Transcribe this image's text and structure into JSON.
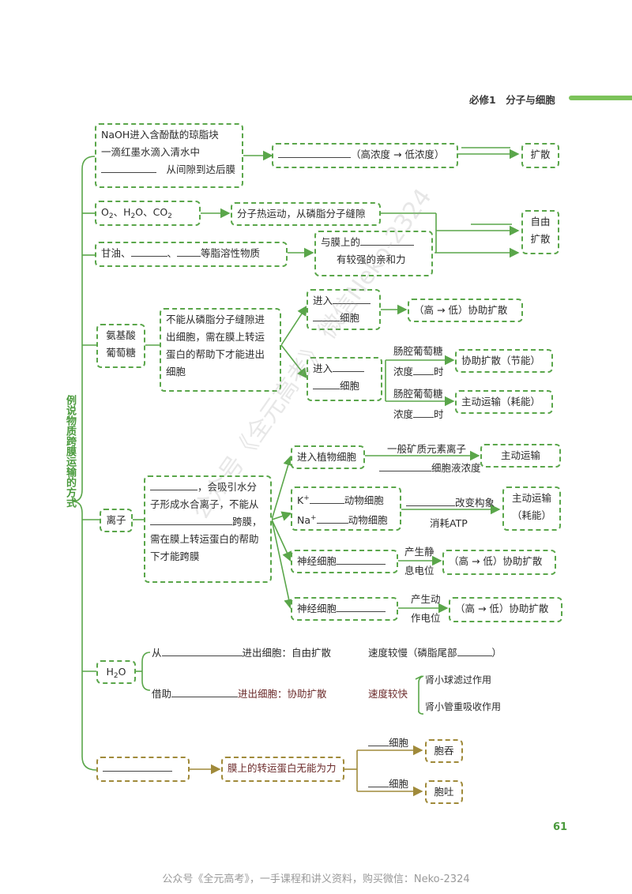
{
  "header": {
    "title": "必修1　分子与细胞"
  },
  "vertical_title": "例说物质跨膜运输的方式",
  "page_number": "61",
  "footer_text": "公众号《全元高考》，一手课程和讲义资料，购买微信：Neko-2324",
  "watermark": "公众号《全元高考》 微信Neko-2324",
  "diffusion": {
    "line1": "NaOH进入含酚酞的琼脂块",
    "line2": "一滴红墨水滴入清水中",
    "line3": "从间隙到达后膜",
    "mid": "（高浓度 → 低浓度）",
    "result": "扩散"
  },
  "free_diffusion": {
    "o2": "O",
    "h2o": "H",
    "co2": "CO",
    "sep": "、",
    "sub2": "2",
    "h2o_o": "O",
    "motion": "分子热运动，从磷脂分子缝隙",
    "glycerol_a": "甘油、",
    "glycerol_b": "、",
    "glycerol_c": "等脂溶性物质",
    "affinity_a": "与膜上的",
    "affinity_b": "有较强的亲和力",
    "result_a": "自由",
    "result_b": "扩散"
  },
  "amino": {
    "name_a": "氨基酸",
    "name_b": "葡萄糖",
    "desc": [
      "不能从磷脂分子缝隙进",
      "出细胞，需在膜上转运",
      "蛋白的帮助下才能进出",
      "细胞"
    ],
    "enter1_a": "进入",
    "enter1_b": "细胞",
    "enter1_result": "（高 → 低）协助扩散",
    "enter2_a": "进入",
    "enter2_b": "细胞",
    "cond1_a": "肠腔葡萄糖",
    "cond1_b": "浓度",
    "cond1_c": "时",
    "cond1_result": "协助扩散（节能）",
    "cond2_a": "肠腔葡萄糖",
    "cond2_b": "浓度",
    "cond2_c": "时",
    "cond2_result": "主动运输（耗能）"
  },
  "ions": {
    "name": "离子",
    "desc_a": "，会吸引水分",
    "desc_b": "子形成水合离子，不能从",
    "desc_c": "跨膜，",
    "desc_d": "需在膜上转运蛋白的帮助",
    "desc_e": "下才能跨膜",
    "plant": "进入植物细胞",
    "plant_top": "一般矿质元素离子",
    "plant_bottom": "细胞液浓度",
    "plant_result": "主动运输",
    "k": "K",
    "na": "Na",
    "plus": "+",
    "animal": "动物细胞",
    "change": "改变构象",
    "atp": "消耗ATP",
    "animal_result_a": "主动运输",
    "animal_result_b": "（耗能）",
    "nerve1": "神经细胞",
    "rest_a": "产生静",
    "rest_b": "息电位",
    "nerve1_result": "（高 → 低）协助扩散",
    "nerve2": "神经细胞",
    "action_a": "产生动",
    "action_b": "作电位",
    "nerve2_result": "（高 → 低）协助扩散"
  },
  "water": {
    "name_h": "H",
    "name_sub": "2",
    "name_o": "O",
    "from": "从",
    "from_b": "进出细胞：自由扩散",
    "slow": "速度较慢（磷脂尾部",
    "slow_end": "）",
    "via": "借助",
    "via_b": "进出细胞：协助扩散",
    "fast": "速度较快",
    "kidney1": "肾小球滤过作用",
    "kidney2": "肾小管重吸收作用"
  },
  "bulk": {
    "desc": "膜上的转运蛋白无能为力",
    "cell1": "细胞",
    "cell2": "细胞",
    "endo": "胞吞",
    "exo": "胞吐"
  }
}
